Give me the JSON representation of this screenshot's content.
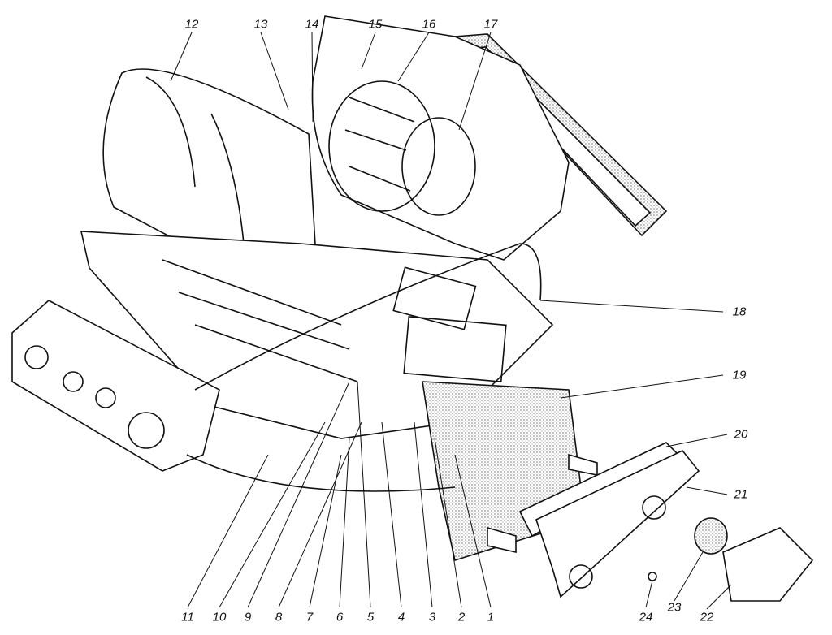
{
  "diagram": {
    "type": "exploded-view",
    "callouts": [
      "1",
      "2",
      "3",
      "4",
      "5",
      "6",
      "7",
      "8",
      "9",
      "10",
      "11",
      "12",
      "13",
      "14",
      "15",
      "16",
      "17",
      "18",
      "19",
      "20",
      "21",
      "22",
      "23",
      "24"
    ]
  },
  "colors": {
    "line": "#111111",
    "stipple": "#9a9a9a",
    "paper": "#ffffff"
  }
}
